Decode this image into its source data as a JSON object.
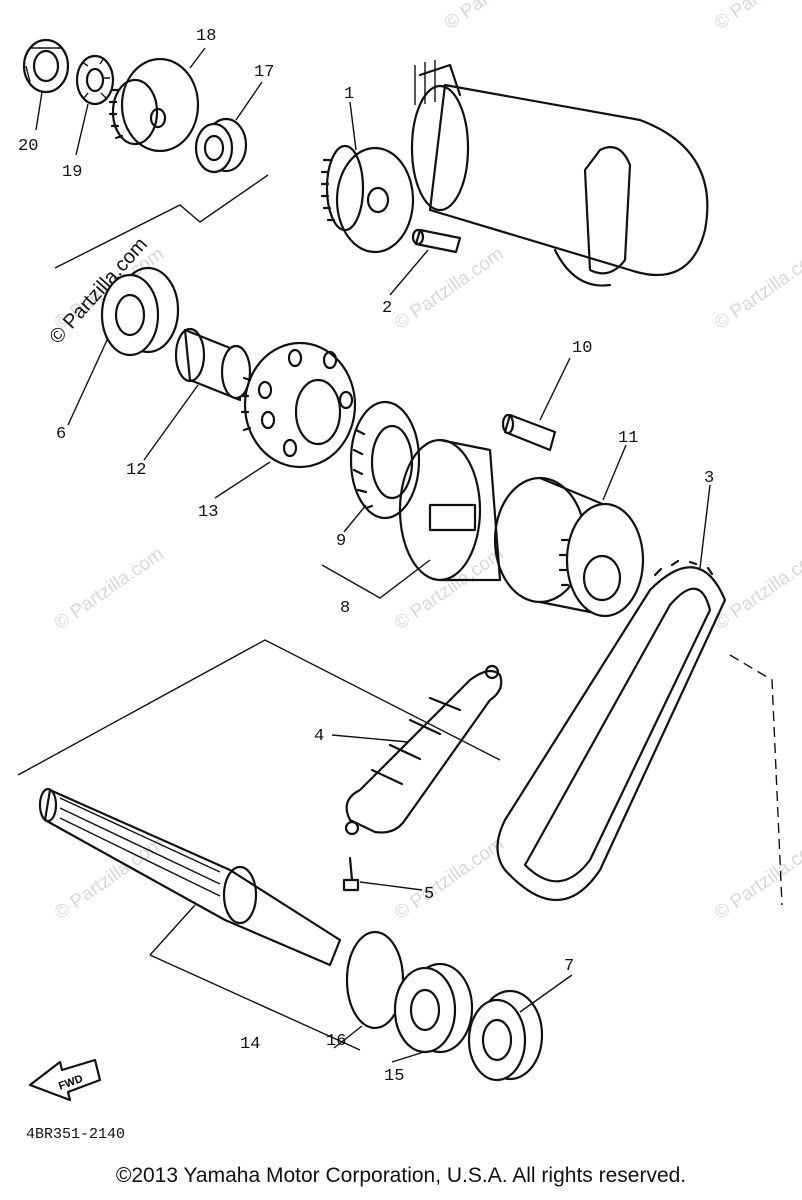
{
  "watermark": {
    "text": "© Partzilla.com",
    "color": "#d8d8d8"
  },
  "callouts": [
    "1",
    "2",
    "3",
    "4",
    "5",
    "6",
    "7",
    "8",
    "9",
    "10",
    "11",
    "12",
    "13",
    "14",
    "15",
    "16",
    "17",
    "18",
    "19",
    "20"
  ],
  "arrow_label": "FWD",
  "part_code": "4BR351-2140",
  "copyright": "©2013 Yamaha Motor Corporation, U.S.A. All rights reserved."
}
